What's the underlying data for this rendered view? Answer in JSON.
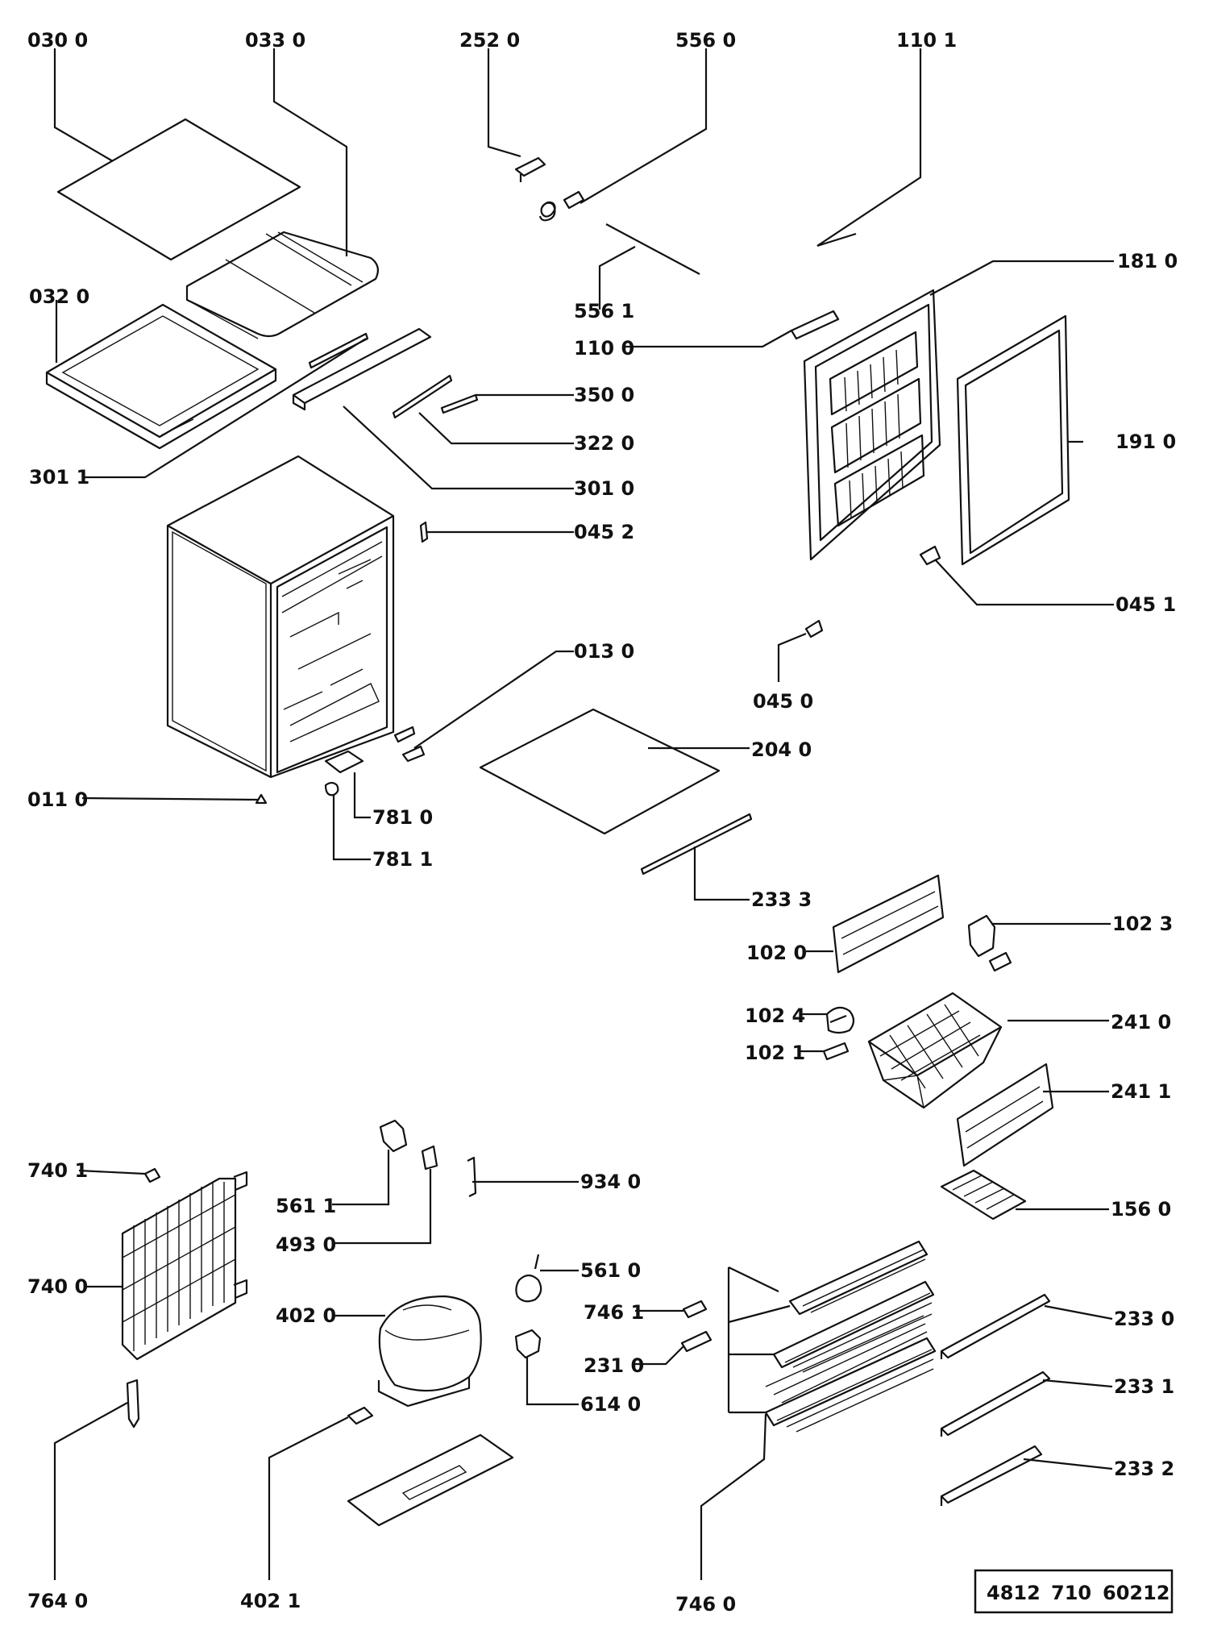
{
  "labels": {
    "l0300": "030 0",
    "l0330": "033 0",
    "l2520": "252 0",
    "l5560": "556 0",
    "l1101": "110 1",
    "l0320": "032 0",
    "l1810": "181 0",
    "l5561": "556 1",
    "l1100": "110 0",
    "l3500": "350 0",
    "l1910": "191 0",
    "l3220": "322 0",
    "l3011": "301 1",
    "l3010": "301 0",
    "l0452": "045 2",
    "l0451": "045 1",
    "l0130": "013 0",
    "l0450": "045 0",
    "l2040": "204 0",
    "l0110": "011 0",
    "l7810": "781 0",
    "l7811": "781 1",
    "l2333": "233 3",
    "l1023": "102 3",
    "l1020": "102 0",
    "l1024": "102 4",
    "l2410": "241 0",
    "l1021": "102 1",
    "l2411": "241 1",
    "l7401": "740 1",
    "l9340": "934 0",
    "l5611": "561 1",
    "l1560": "156 0",
    "l4930": "493 0",
    "l7400": "740 0",
    "l5610": "561 0",
    "l4020": "402 0",
    "l7461": "746 1",
    "l2330": "233 0",
    "l2310": "231 0",
    "l2331": "233 1",
    "l6140": "614 0",
    "l2332": "233 2",
    "l7640": "764 0",
    "l4021": "402 1",
    "l7460": "746 0"
  },
  "reference": {
    "part1": "4812",
    "part2": "710",
    "part3": "60212"
  }
}
